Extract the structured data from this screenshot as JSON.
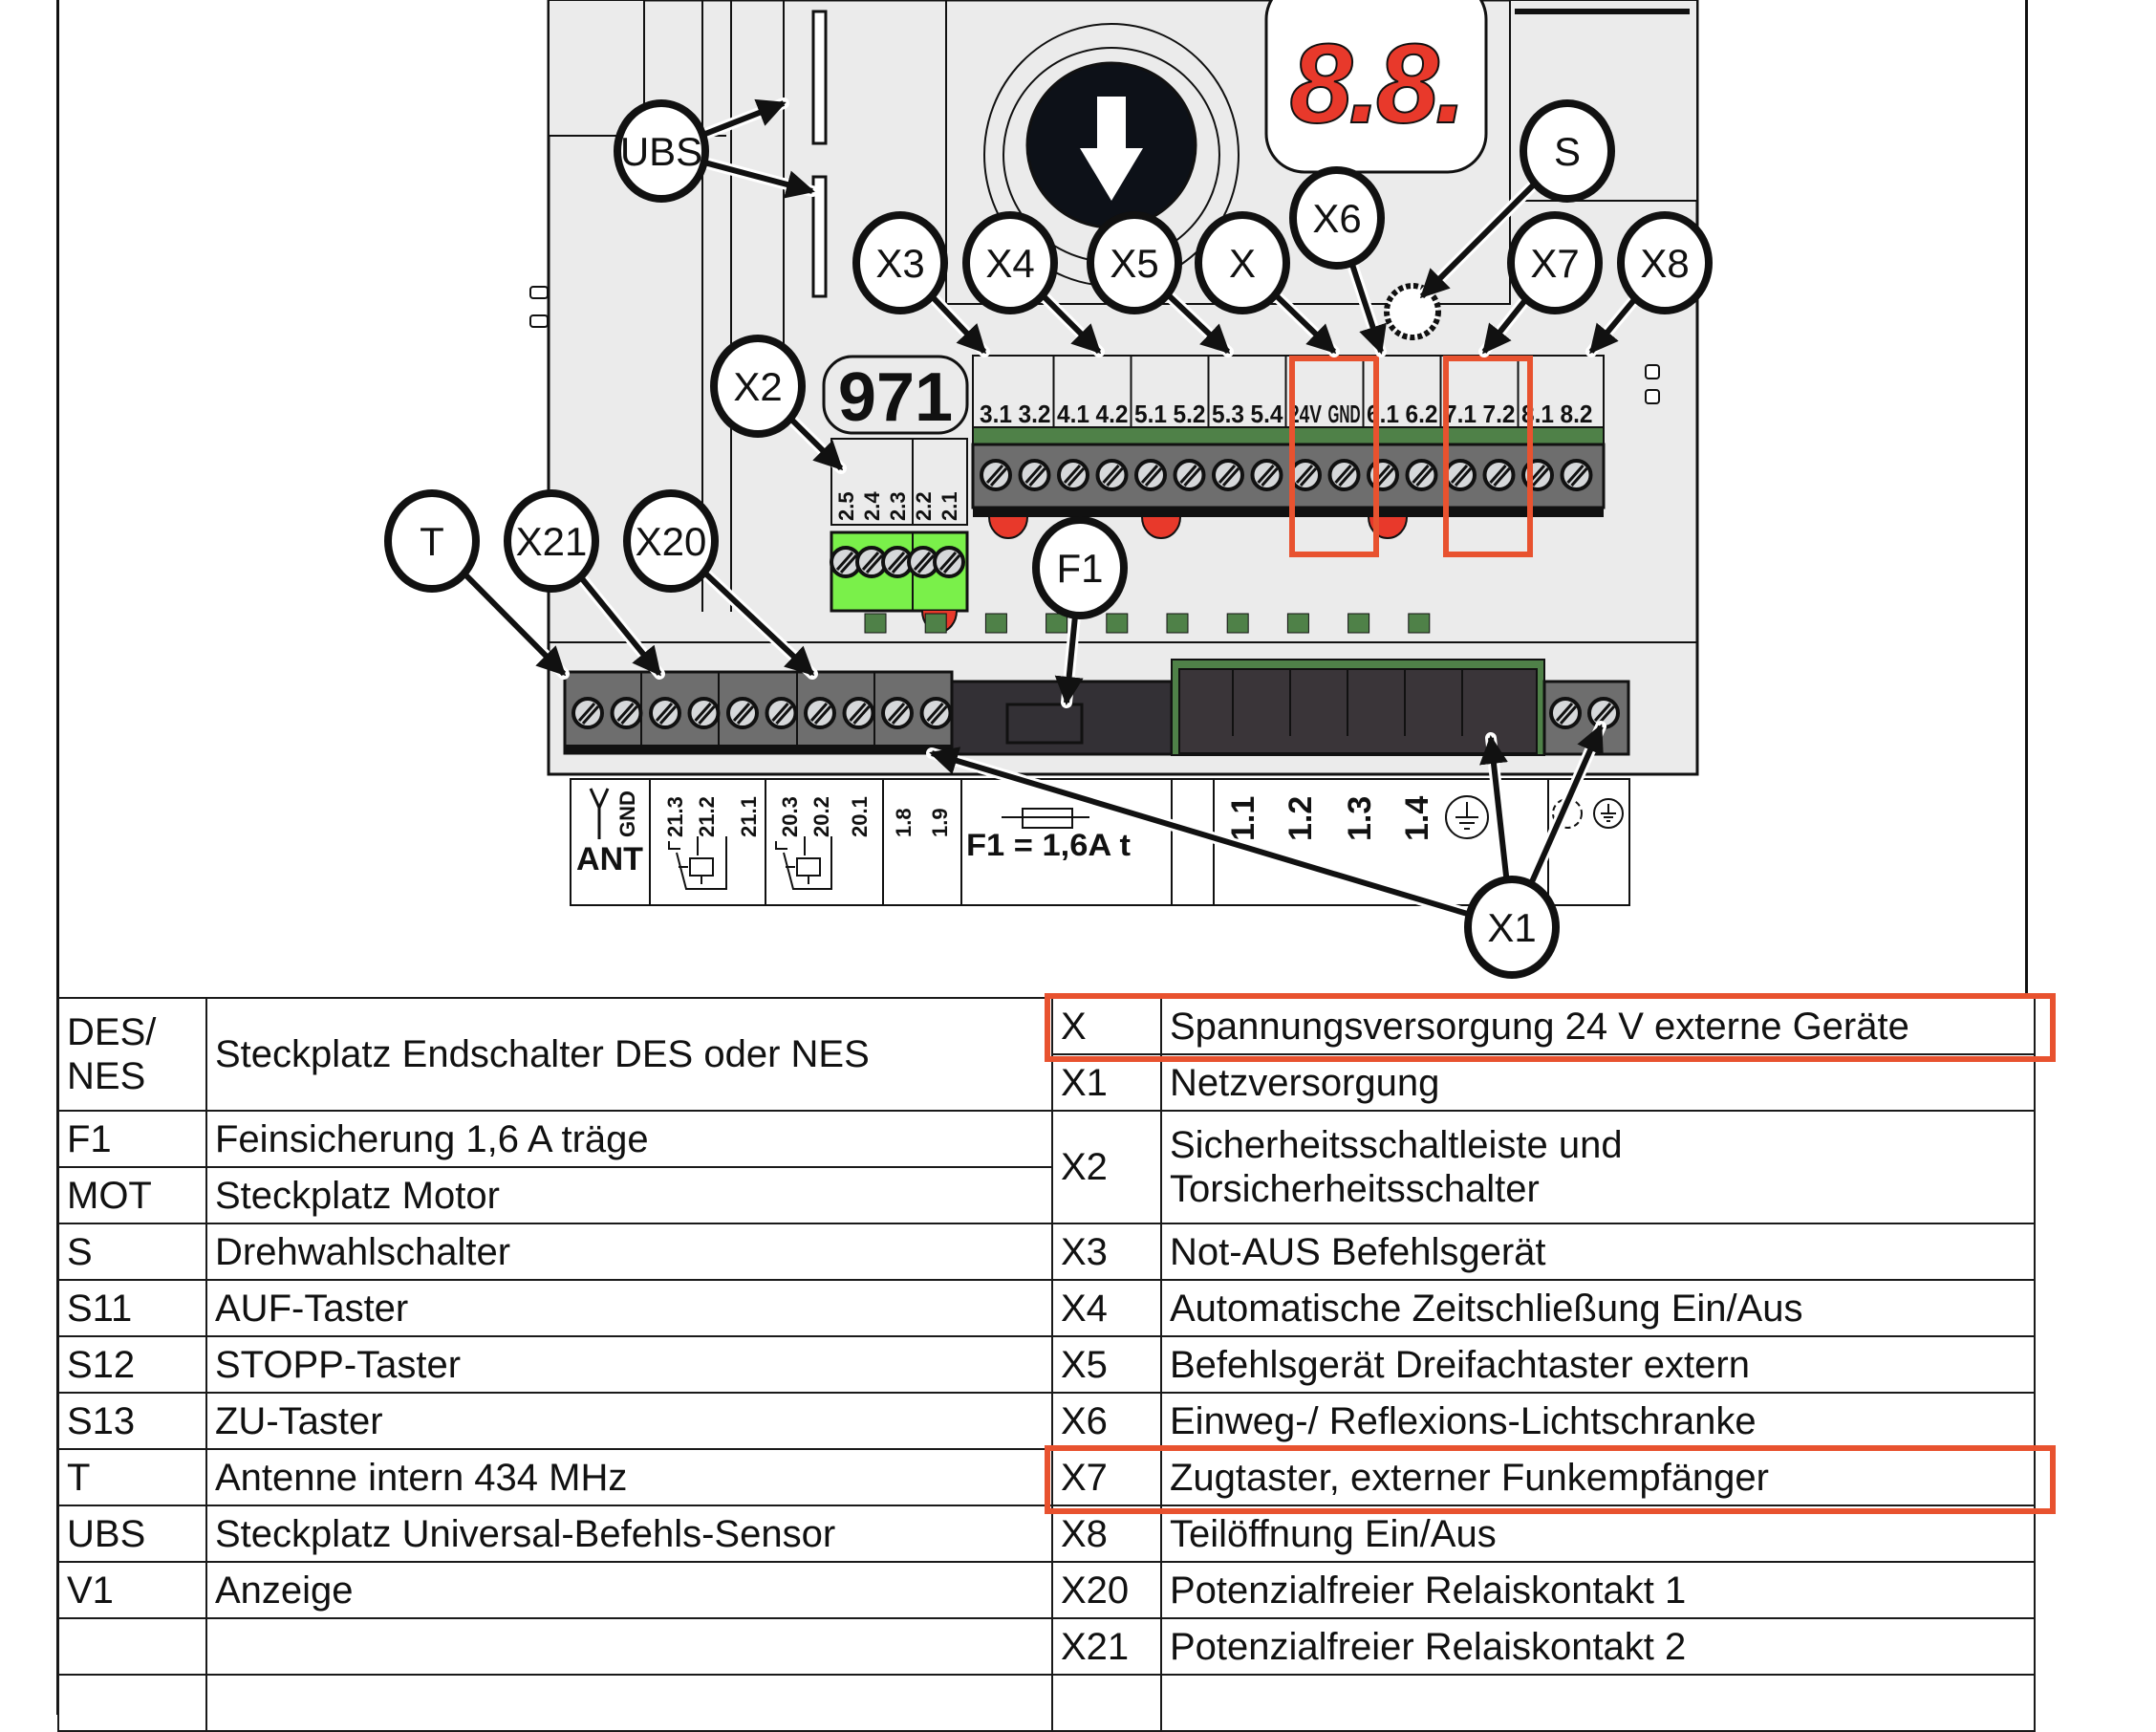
{
  "diagram": {
    "board_model": "971",
    "display_digits": "8.8.",
    "callouts": [
      "UBS",
      "X3",
      "X4",
      "X5",
      "X",
      "X6",
      "S",
      "X7",
      "X8",
      "X2",
      "T",
      "X21",
      "X20",
      "F1",
      "X1"
    ],
    "top_terminal_labels": [
      "3.1",
      "3.2",
      "4.1",
      "4.2",
      "5.1",
      "5.2",
      "5.3",
      "5.4",
      "24V",
      "GND",
      "6.1",
      "6.2",
      "7.1",
      "7.2",
      "8.1",
      "8.2"
    ],
    "x2_terminal_labels": [
      "2.5",
      "2.4",
      "2.3",
      "2.2",
      "2.1"
    ],
    "bottom_terminal_labels": [
      "GND",
      "21.3",
      "21.2",
      "21.1",
      "20.3",
      "20.2",
      "20.1",
      "1.8",
      "1.9"
    ],
    "antenna_label": "ANT",
    "fuse_label": "F1 = 1,6A t",
    "mains_terminal_labels": [
      "1.1",
      "1.2",
      "1.3",
      "1.4"
    ],
    "highlighted_terminals": [
      "24V/GND",
      "7.1/7.2"
    ],
    "highlight_color": "#e8522f",
    "display_color": "#e8392b",
    "x2_block_color": "#7af04a",
    "pcb_green": "#4f8148"
  },
  "legend": {
    "left": [
      {
        "code": "DES/\nNES",
        "desc": "Steckplatz Endschalter DES oder NES"
      },
      {
        "code": "F1",
        "desc": "Feinsicherung 1,6 A träge"
      },
      {
        "code": "MOT",
        "desc": "Steckplatz Motor"
      },
      {
        "code": "S",
        "desc": "Drehwahlschalter"
      },
      {
        "code": "S11",
        "desc": "AUF-Taster"
      },
      {
        "code": "S12",
        "desc": "STOPP-Taster"
      },
      {
        "code": "S13",
        "desc": "ZU-Taster"
      },
      {
        "code": "T",
        "desc": "Antenne intern 434 MHz"
      },
      {
        "code": "UBS",
        "desc": "Steckplatz Universal-Befehls-Sensor"
      },
      {
        "code": "V1",
        "desc": "Anzeige"
      },
      {
        "code": "",
        "desc": ""
      },
      {
        "code": "",
        "desc": ""
      }
    ],
    "right": [
      {
        "code": "X",
        "desc": "Spannungsversorgung 24 V externe Geräte",
        "highlighted": true
      },
      {
        "code": "X1",
        "desc": "Netzversorgung"
      },
      {
        "code": "X2",
        "desc": "Sicherheitsschaltleiste und\nTorsicherheitsschalter"
      },
      {
        "code": "X3",
        "desc": "Not-AUS Befehlsgerät"
      },
      {
        "code": "X4",
        "desc": "Automatische Zeitschließung Ein/Aus"
      },
      {
        "code": "X5",
        "desc": "Befehlsgerät Dreifachtaster extern"
      },
      {
        "code": "X6",
        "desc": "Einweg-/ Reflexions-Lichtschranke"
      },
      {
        "code": "X7",
        "desc": "Zugtaster, externer Funkempfänger",
        "highlighted": true
      },
      {
        "code": "X8",
        "desc": "Teilöffnung Ein/Aus"
      },
      {
        "code": "X20",
        "desc": "Potenzialfreier Relaiskontakt 1"
      },
      {
        "code": "X21",
        "desc": "Potenzialfreier Relaiskontakt 2"
      },
      {
        "code": "",
        "desc": ""
      }
    ]
  }
}
